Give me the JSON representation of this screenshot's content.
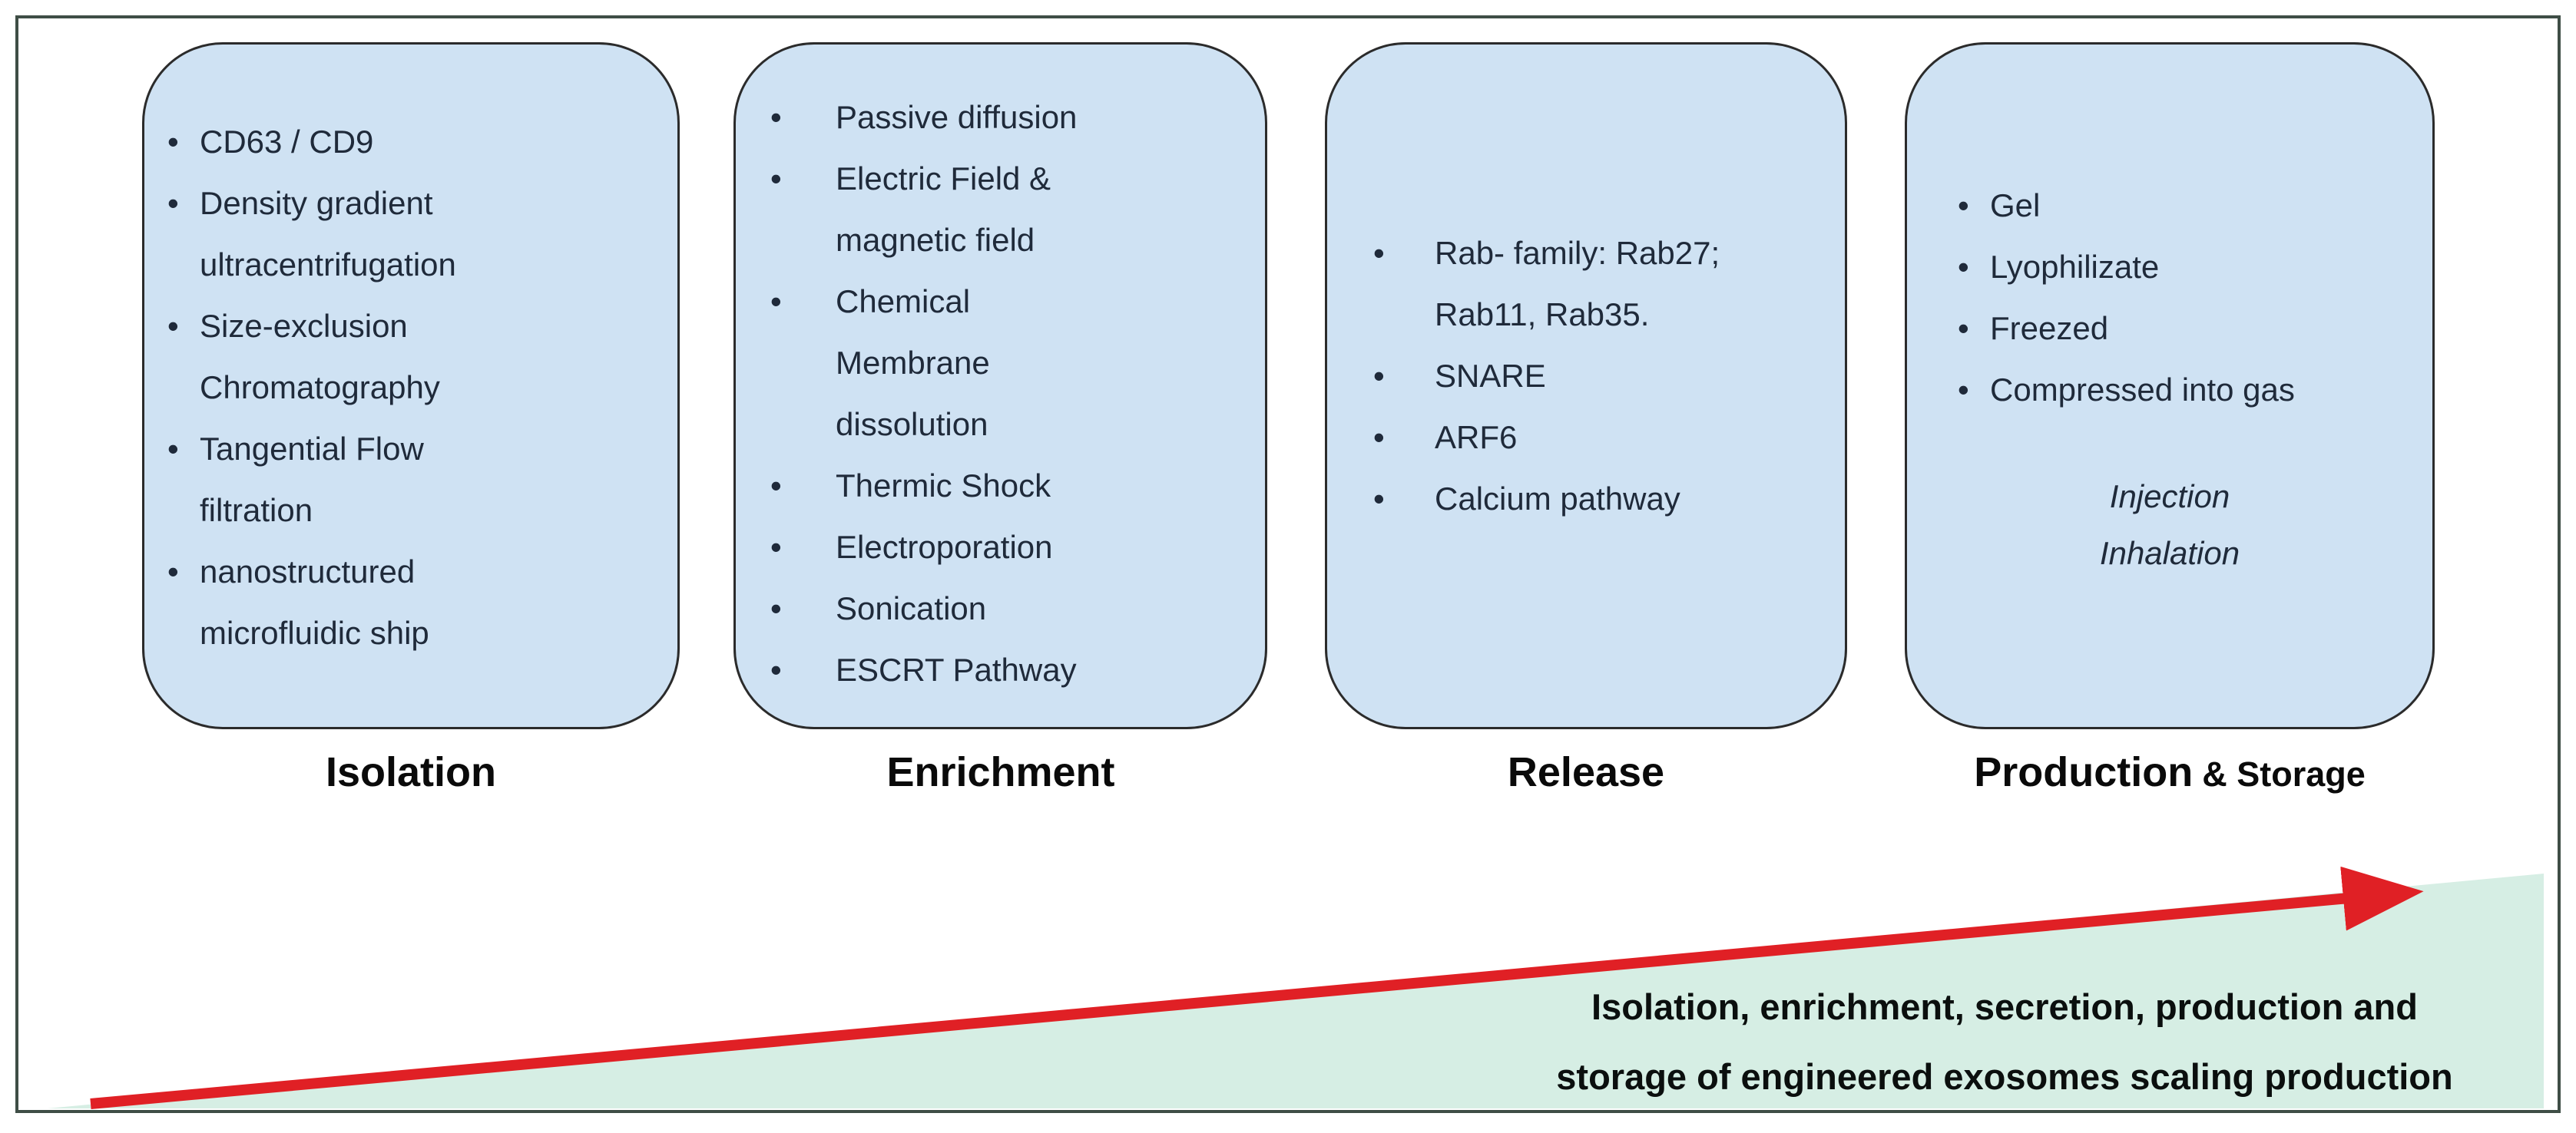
{
  "stages": [
    {
      "label": "Isolation",
      "bullets": [
        "CD63 / CD9",
        "Density gradient\nultracentrifugation",
        "Size-exclusion\nChromatography",
        "Tangential Flow\nfiltration",
        "nanostructured\nmicrofluidic ship"
      ]
    },
    {
      "label": "Enrichment",
      "bullets": [
        "Passive diffusion",
        "Electric Field &\nmagnetic field",
        "Chemical\nMembrane\ndissolution",
        "Thermic Shock",
        "Electroporation",
        "Sonication",
        "ESCRT Pathway"
      ]
    },
    {
      "label": "Release",
      "bullets": [
        "Rab- family: Rab27;\nRab11, Rab35.",
        "SNARE",
        "ARF6",
        "Calcium pathway"
      ]
    },
    {
      "label": "Production",
      "label_suffix": "& Storage",
      "bullets": [
        "Gel",
        "Lyophilizate",
        "Freezed",
        "Compressed into gas"
      ],
      "note": "Injection\nInhalation"
    }
  ],
  "caption": "Isolation, enrichment, secretion, production and\nstorage of engineered exosomes scaling production",
  "colors": {
    "box_fill": "#cfe2f3",
    "box_border": "#2b2b2b",
    "triangle_green": "#d6eee4",
    "arrow_red": "#e02025",
    "frame_border": "#3f4e46",
    "bullet_text": "#1f2a3a"
  }
}
